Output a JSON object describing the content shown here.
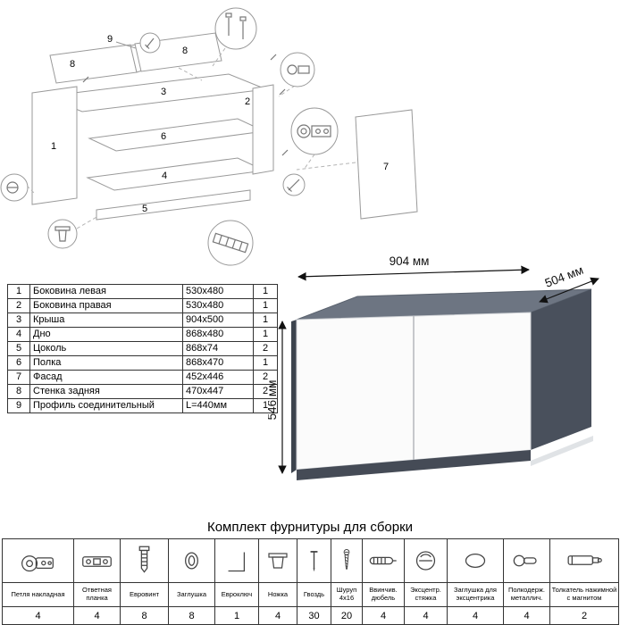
{
  "diagram": {
    "labels": {
      "n1": "1",
      "n2": "2",
      "n3": "3",
      "n4": "4",
      "n5": "5",
      "n6": "6",
      "n7": "7",
      "n8a": "8",
      "n8b": "8",
      "n9": "9"
    }
  },
  "parts": {
    "rows": [
      {
        "num": "1",
        "name": "Боковина левая",
        "size": "530x480",
        "qty": "1"
      },
      {
        "num": "2",
        "name": "Боковина правая",
        "size": "530x480",
        "qty": "1"
      },
      {
        "num": "3",
        "name": "Крыша",
        "size": "904x500",
        "qty": "1"
      },
      {
        "num": "4",
        "name": "Дно",
        "size": "868x480",
        "qty": "1"
      },
      {
        "num": "5",
        "name": "Цоколь",
        "size": "868x74",
        "qty": "2"
      },
      {
        "num": "6",
        "name": "Полка",
        "size": "868x470",
        "qty": "1"
      },
      {
        "num": "7",
        "name": "Фасад",
        "size": "452x446",
        "qty": "2"
      },
      {
        "num": "8",
        "name": "Стенка задняя",
        "size": "470x447",
        "qty": "2"
      },
      {
        "num": "9",
        "name": "Профиль соединительный",
        "size": "L=440мм",
        "qty": "1"
      }
    ]
  },
  "cabinet": {
    "width": "904 мм",
    "depth": "504 мм",
    "height": "546 мм",
    "body_color": "#49505c",
    "top_color": "#6d7582",
    "front_color": "#fbfbfb"
  },
  "hardware": {
    "title": "Комплект фурнитуры для сборки",
    "items": [
      {
        "label": "Петля накладная",
        "qty": "4",
        "icon": "hinge-icon"
      },
      {
        "label": "Ответная планка",
        "qty": "4",
        "icon": "strike-plate-icon"
      },
      {
        "label": "Евровинт",
        "qty": "8",
        "icon": "euroscrew-icon"
      },
      {
        "label": "Заглушка",
        "qty": "8",
        "icon": "cap-icon"
      },
      {
        "label": "Евроключ",
        "qty": "1",
        "icon": "euro-key-icon"
      },
      {
        "label": "Ножка",
        "qty": "4",
        "icon": "leg-icon"
      },
      {
        "label": "Гвоздь",
        "qty": "30",
        "icon": "nail-icon"
      },
      {
        "label": "Шуруп 4х16",
        "qty": "20",
        "icon": "screw-icon"
      },
      {
        "label": "Ввинчив. дюбель",
        "qty": "4",
        "icon": "dowel-icon"
      },
      {
        "label": "Эксцентр. стяжка",
        "qty": "4",
        "icon": "cam-icon"
      },
      {
        "label": "Заглушка для эксцентрика",
        "qty": "4",
        "icon": "cam-cap-icon"
      },
      {
        "label": "Полкодерж. металлич.",
        "qty": "4",
        "icon": "shelf-pin-icon"
      },
      {
        "label": "Толкатель нажимной с магнитом",
        "qty": "2",
        "icon": "push-latch-icon"
      }
    ]
  }
}
